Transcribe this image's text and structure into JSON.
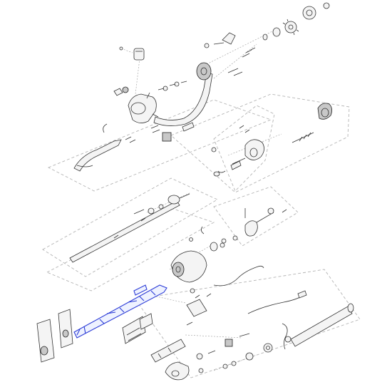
{
  "diagram": {
    "type": "exploded-parts-view",
    "subject": "steering-column",
    "text_labels": [],
    "colors": {
      "background": "#ffffff",
      "line_art": "#333333",
      "group_outline": "#b4b4b4",
      "highlight": "#2b3bd6"
    },
    "highlighted_part": "jacket-bracket"
  }
}
